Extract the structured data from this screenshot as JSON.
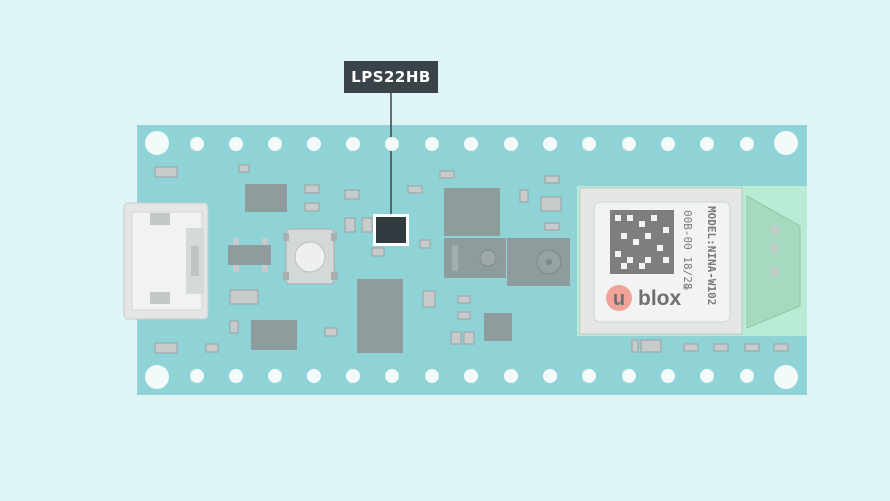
{
  "callout": {
    "label": "LPS22HB"
  },
  "module": {
    "code": "00B-00 18/28",
    "model": "MODEL:NINA-W102",
    "brand_letter": "u",
    "brand_name": "blox",
    "registered": "®"
  },
  "colors": {
    "background": "#e0f6f6",
    "board": "#8fd3d7",
    "highlight_chip": "#323b3f",
    "callout_bg": "#3a4448",
    "antenna": "#b9ecd4"
  }
}
